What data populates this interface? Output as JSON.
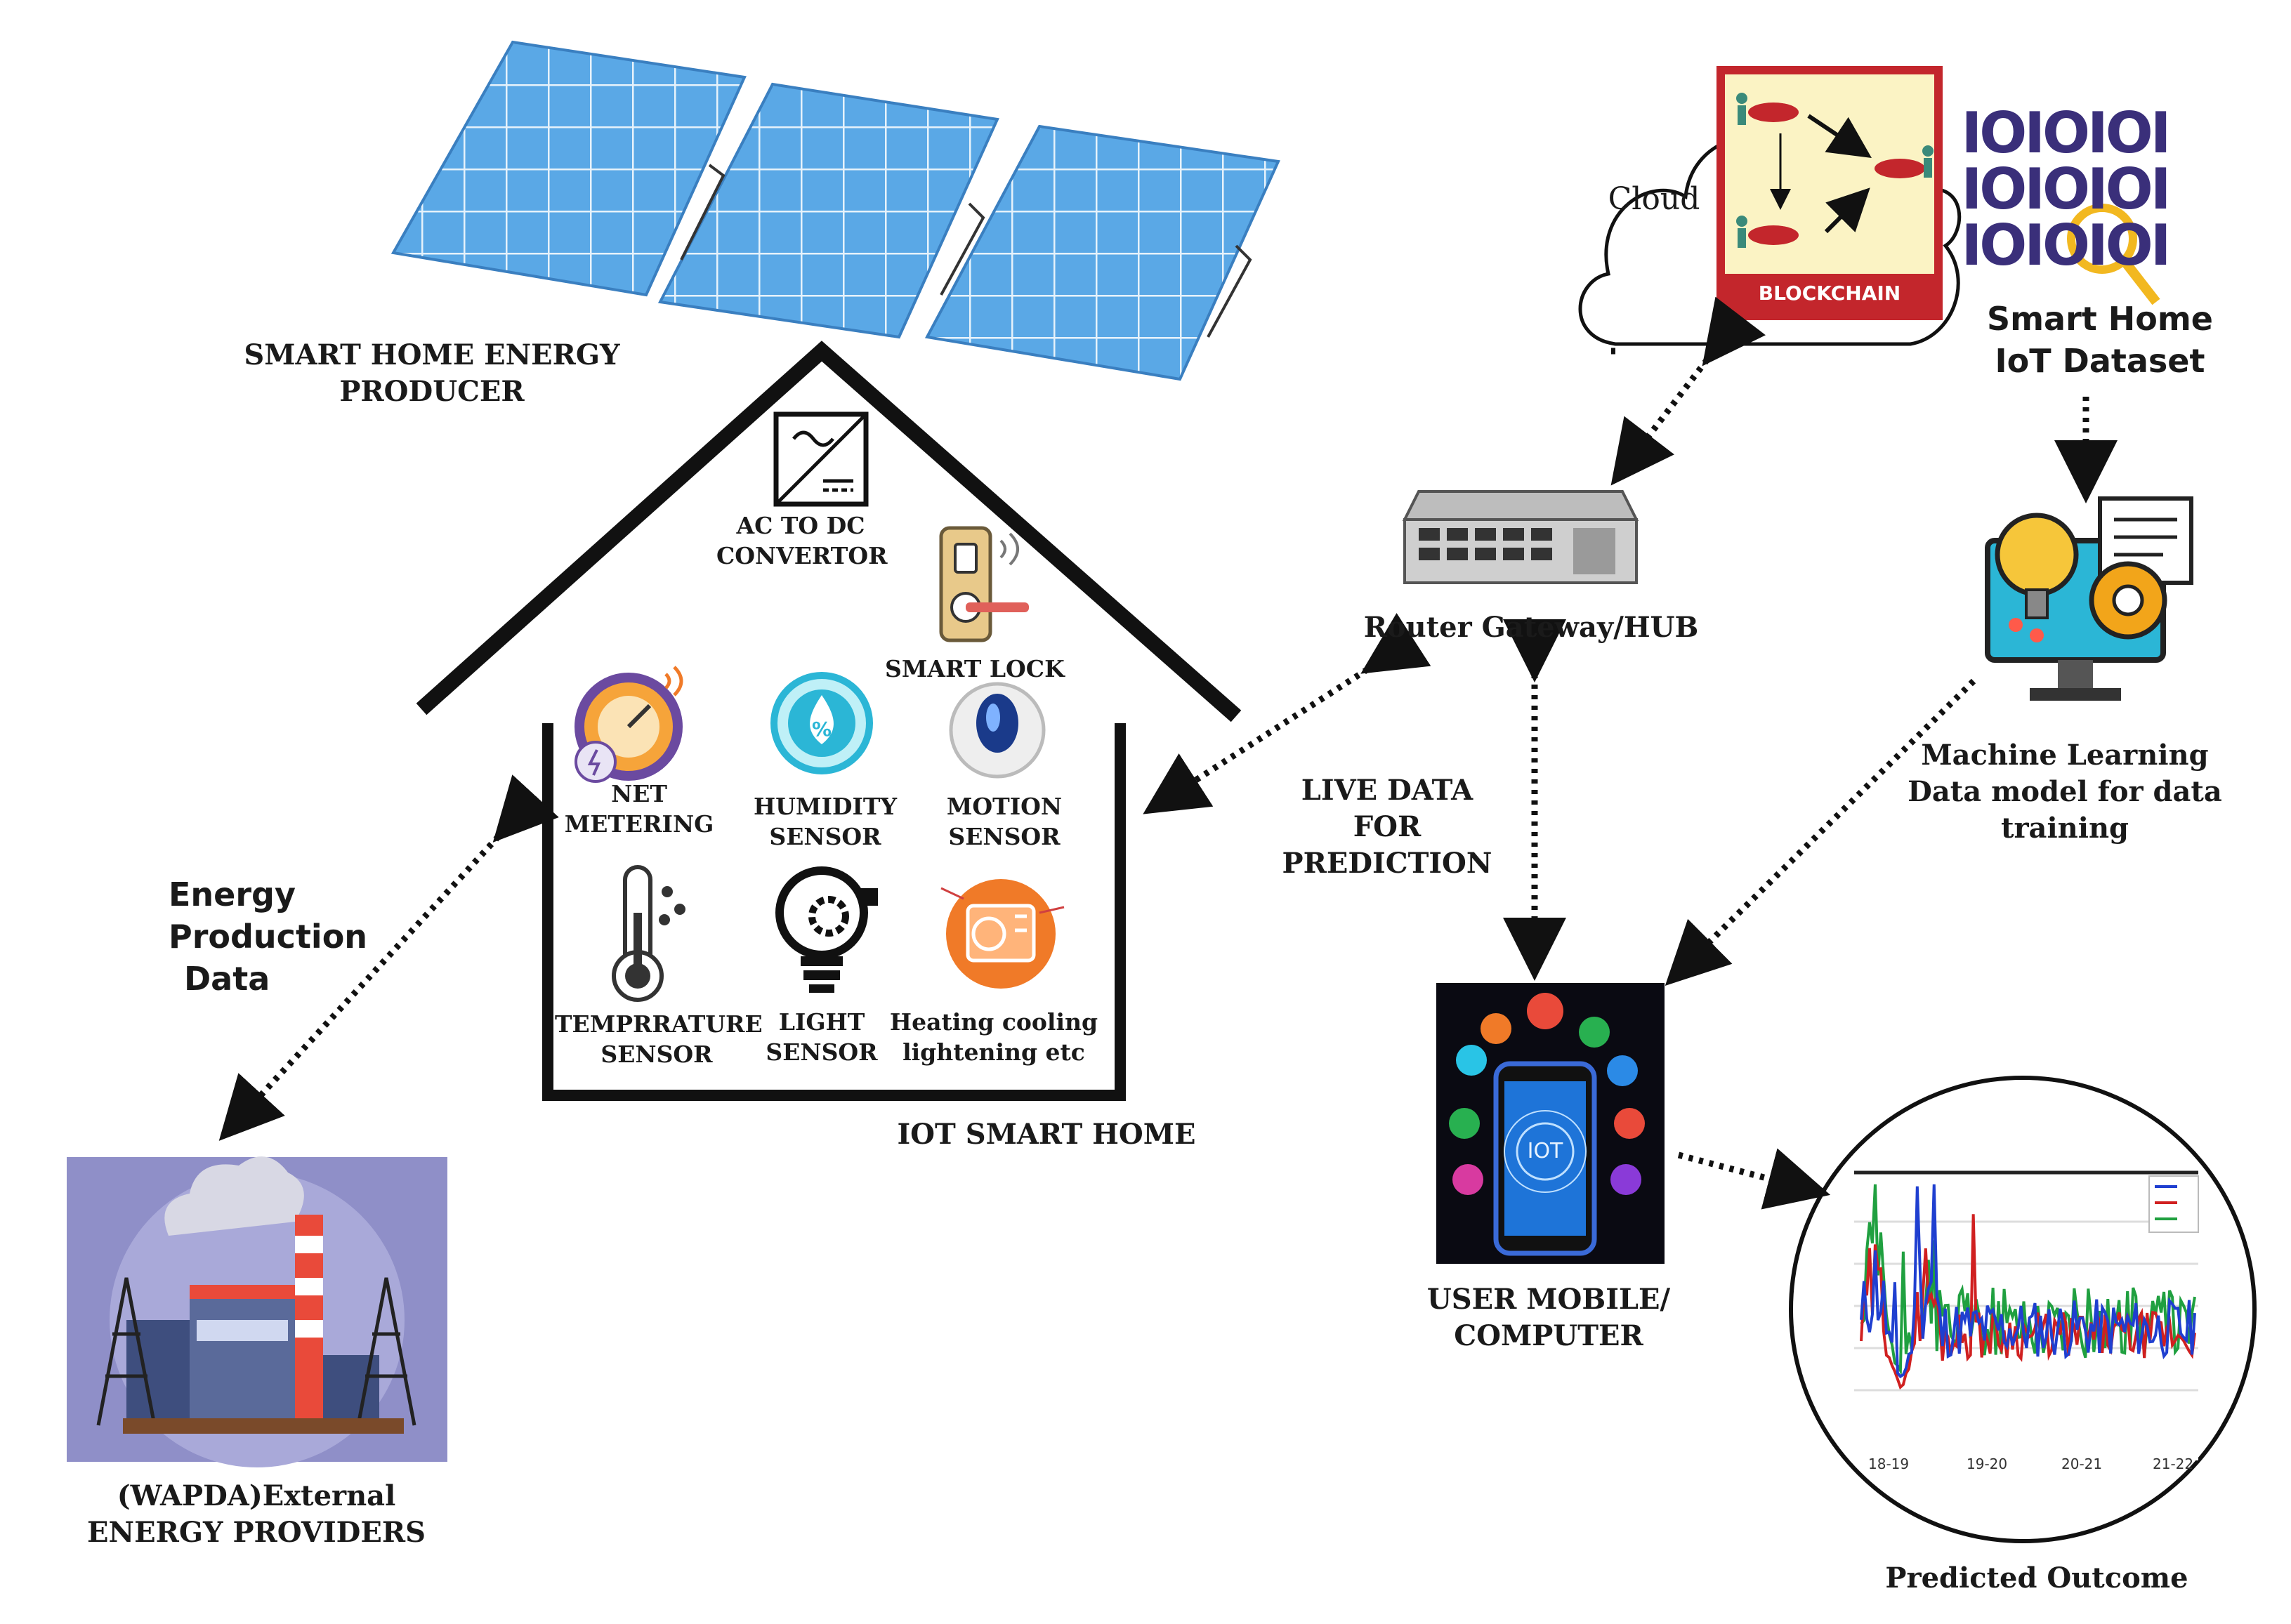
{
  "labels": {
    "energy_producer": [
      "SMART HOME ENERGY",
      "PRODUCER"
    ],
    "ac_dc": [
      "AC TO DC",
      "CONVERTOR"
    ],
    "smart_lock": "SMART LOCK",
    "net_metering": [
      "NET",
      "METERING"
    ],
    "humidity": [
      "HUMIDITY",
      "SENSOR"
    ],
    "motion": [
      "MOTION",
      "SENSOR"
    ],
    "temperature": [
      "TEMPRRATURE",
      "SENSOR"
    ],
    "light": [
      "LIGHT",
      "SENSOR"
    ],
    "heating": [
      "Heating cooling",
      "lightening  etc"
    ],
    "iot_home": "IOT SMART HOME",
    "energy_data": [
      "Energy",
      "Production",
      "Data"
    ],
    "external": [
      "(WAPDA)External",
      "ENERGY PROVIDERS"
    ],
    "router": "Router Gateway/HUB",
    "live_data": [
      "LIVE DATA",
      "FOR",
      "PREDICTION"
    ],
    "cloud": "Cloud",
    "blockchain": "BLOCKCHAIN",
    "dataset": [
      "Smart Home",
      "IoT Dataset"
    ],
    "ml": [
      "Machine Learning",
      "Data model for data",
      "training"
    ],
    "user": [
      "USER MOBILE/",
      "COMPUTER"
    ],
    "predicted": "Predicted Outcome",
    "iot_phone": "IOT"
  },
  "binary": [
    "IOIOIOI",
    "IOIOIOI",
    "IOIOIOI"
  ],
  "predicted_chart": {
    "x_ticks": [
      "18-19",
      "19-20",
      "20-21",
      "21-22"
    ],
    "series_colors": [
      "#1f3fd0",
      "#d02020",
      "#20a040"
    ]
  },
  "colors": {
    "panel": "#5aa8e6",
    "panel_line": "#ffffff",
    "house_line": "#111111",
    "blockchain_bg": "#fbf3c4",
    "blockchain_border": "#c3262c",
    "binary": "#3a2f7a",
    "orange": "#f07a28",
    "teal": "#2bb6d6"
  }
}
